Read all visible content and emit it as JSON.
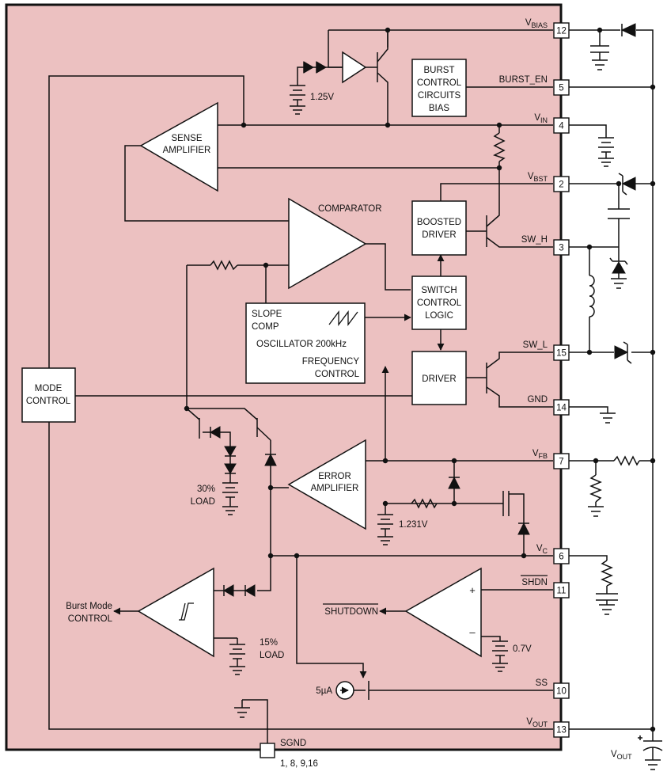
{
  "pins": [
    {
      "num": "12",
      "base": "V",
      "sub": "BIAS"
    },
    {
      "num": "5",
      "base": "BURST_EN",
      "sub": ""
    },
    {
      "num": "4",
      "base": "V",
      "sub": "IN"
    },
    {
      "num": "2",
      "base": "V",
      "sub": "BST"
    },
    {
      "num": "3",
      "base": "SW_H",
      "sub": ""
    },
    {
      "num": "15",
      "base": "SW_L",
      "sub": ""
    },
    {
      "num": "14",
      "base": "GND",
      "sub": ""
    },
    {
      "num": "7",
      "base": "V",
      "sub": "FB"
    },
    {
      "num": "6",
      "base": "V",
      "sub": "C"
    },
    {
      "num": "11",
      "base": "SHDN",
      "sub": "",
      "overline": true
    },
    {
      "num": "10",
      "base": "SS",
      "sub": ""
    },
    {
      "num": "13",
      "base": "V",
      "sub": "OUT"
    }
  ],
  "blocks": {
    "burst_bias": [
      "BURST",
      "CONTROL",
      "CIRCUITS",
      "BIAS"
    ],
    "sense_amp": [
      "SENSE",
      "AMPLIFIER"
    ],
    "comparator": "COMPARATOR",
    "boosted_driver": [
      "BOOSTED",
      "DRIVER"
    ],
    "switch_logic": [
      "SWITCH",
      "CONTROL",
      "LOGIC"
    ],
    "oscillator": {
      "slope": [
        "SLOPE",
        "COMP"
      ],
      "name": "OSCILLATOR 200kHz",
      "freq": [
        "FREQUENCY",
        "CONTROL"
      ]
    },
    "driver": "DRIVER",
    "mode_control": [
      "MODE",
      "CONTROL"
    ],
    "error_amp": [
      "ERROR",
      "AMPLIFIER"
    ]
  },
  "labels": {
    "ref_125": "1.25V",
    "ref_1231": "1.231V",
    "ref_07": "0.7V",
    "load30": [
      "30%",
      "LOAD"
    ],
    "load15": [
      "15%",
      "LOAD"
    ],
    "burst_out": [
      "Burst Mode",
      "CONTROL"
    ],
    "shutdown": "SHUTDOWN",
    "plus": "+",
    "minus": "–",
    "current": "5µA",
    "sgnd": "SGND",
    "sgnd_pins": "1, 8, 9,16",
    "vout_base": "V",
    "vout_sub": "OUT"
  }
}
